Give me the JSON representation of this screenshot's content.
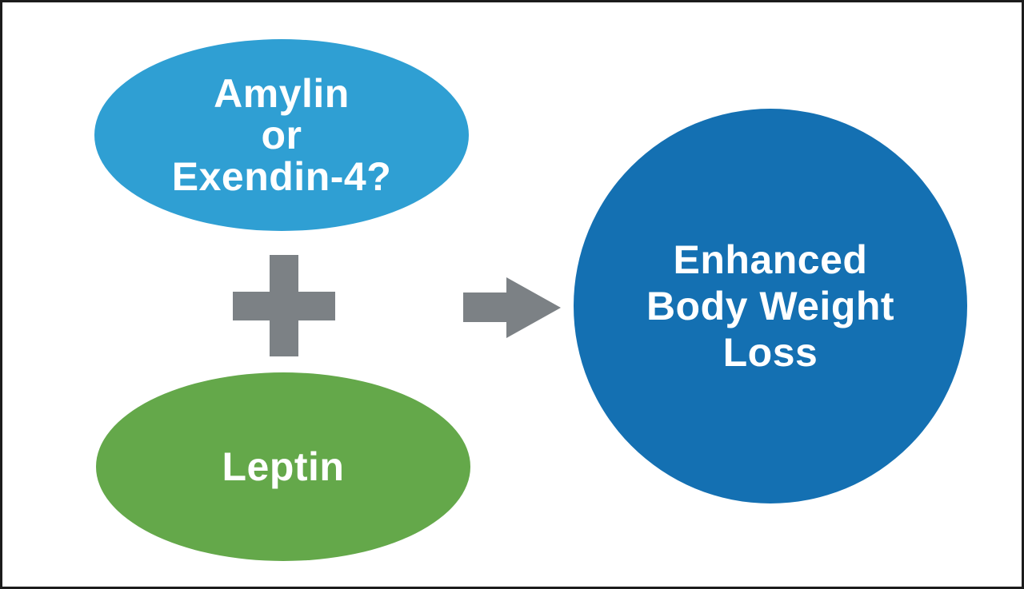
{
  "figure": {
    "background_color": "#ffffff",
    "frame_color": "#1c1c1c",
    "nodes": {
      "input_top": {
        "shape": "ellipse",
        "fill": "#2f9fd3",
        "text_color": "#ffffff",
        "lines": [
          "Amylin",
          "or",
          "Exendin-4?"
        ]
      },
      "input_bottom": {
        "shape": "ellipse",
        "fill": "#64a84a",
        "text_color": "#ffffff",
        "lines": [
          "Leptin"
        ]
      },
      "output": {
        "shape": "circle",
        "fill": "#1470b2",
        "text_color": "#ffffff",
        "lines": [
          "Enhanced",
          "Body Weight",
          "Loss"
        ]
      }
    },
    "connectors": {
      "plus_sign": {
        "meaning": "combination of the two inputs",
        "color": "#7c8185"
      },
      "right_arrow": {
        "meaning": "leads to outcome",
        "direction": "right",
        "color": "#7c8185"
      }
    }
  }
}
